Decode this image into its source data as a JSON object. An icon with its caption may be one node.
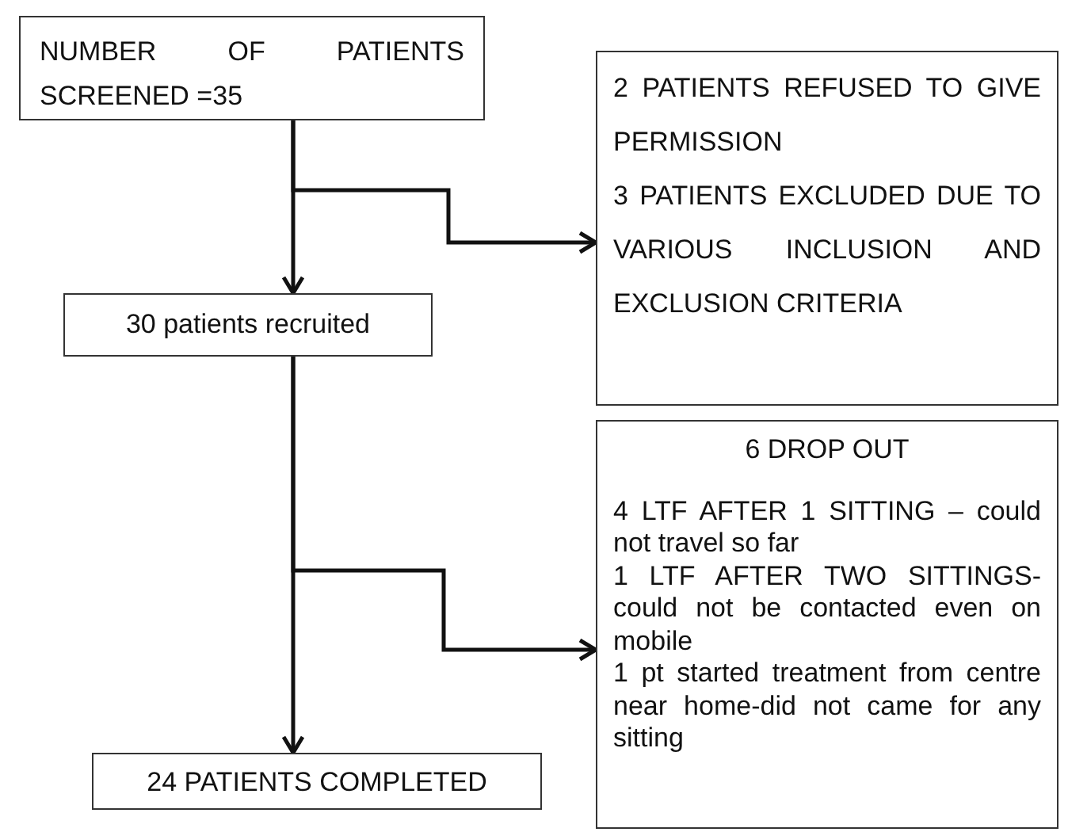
{
  "diagram": {
    "nodes": [
      {
        "text": [
          "NUMBER OF PATIENTS SCREENED =35"
        ]
      },
      {
        "text": [
          "2 PATIENTS REFUSED TO GIVE PERMISSION",
          "3 PATIENTS EXCLUDED DUE TO VARIOUS INCLUSION AND EXCLUSION CRITERIA"
        ]
      },
      {
        "text": [
          "30 patients recruited"
        ]
      },
      {
        "text": [
          "6 DROP OUT",
          "4 LTF AFTER 1 SITTING – could not travel so far",
          "1 LTF AFTER TWO SITTINGS-could not be contacted even on mobile",
          "1 pt started treatment from centre near home-did not came for any sitting"
        ]
      },
      {
        "text": [
          "24 PATIENTS COMPLETED"
        ]
      }
    ],
    "edges": [
      {
        "from": 0,
        "to": 2,
        "arrow": "to"
      },
      {
        "from": 0,
        "to": 1,
        "arrow": "to"
      },
      {
        "from": 2,
        "to": 4,
        "arrow": "to"
      },
      {
        "from": 2,
        "to": 3,
        "arrow": "to"
      }
    ]
  }
}
